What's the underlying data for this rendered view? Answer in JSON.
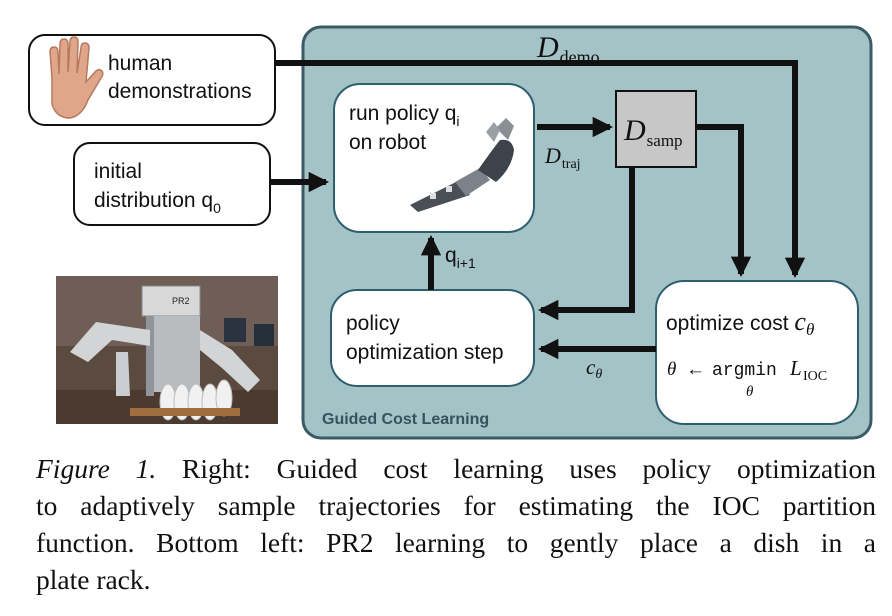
{
  "diagram": {
    "panel_title": "Guided Cost Learning",
    "nodes": {
      "human": {
        "line1": "human",
        "line2": "demonstrations"
      },
      "initial": {
        "line1": "initial",
        "line2": "distribution q",
        "line2_sub": "0"
      },
      "run_policy": {
        "line1": "run policy q",
        "line1_sub": "i",
        "line2": "on robot"
      },
      "samp": {
        "script": "D",
        "sub": "samp"
      },
      "policy_opt": {
        "line1": "policy",
        "line2": "optimization step"
      },
      "optimize": {
        "line1": "optimize cost ",
        "c": "c",
        "theta": "θ"
      }
    },
    "edge_labels": {
      "demo": {
        "script": "D",
        "sub": "demo"
      },
      "traj": {
        "script": "D",
        "sub": "traj"
      },
      "q_next": {
        "q": "q",
        "sub": "i+1"
      },
      "c_theta": {
        "c": "c",
        "theta": "θ"
      }
    },
    "formula": {
      "theta": "θ",
      "arrow": "←",
      "argmin": "argmin",
      "L": "L",
      "L_sub": "IOC",
      "under": "θ"
    },
    "photo": {
      "robot_plate": "PR2"
    }
  },
  "caption": {
    "figure_label": "Figure 1.",
    "line1_rest": " Right:  Guided cost learning uses policy optimization",
    "line2": "to adaptively sample trajectories for estimating the IOC partition",
    "line3": "function.  Bottom left:  PR2 learning to gently place a dish in a",
    "line4": "plate rack."
  },
  "colors": {
    "panel_fill": "#a3c3c6",
    "panel_border": "#3a5b66",
    "node_border": "#2e5f70",
    "arrow": "#111111",
    "samp_fill": "#c7c7c7",
    "panel_title": "#36525c"
  }
}
